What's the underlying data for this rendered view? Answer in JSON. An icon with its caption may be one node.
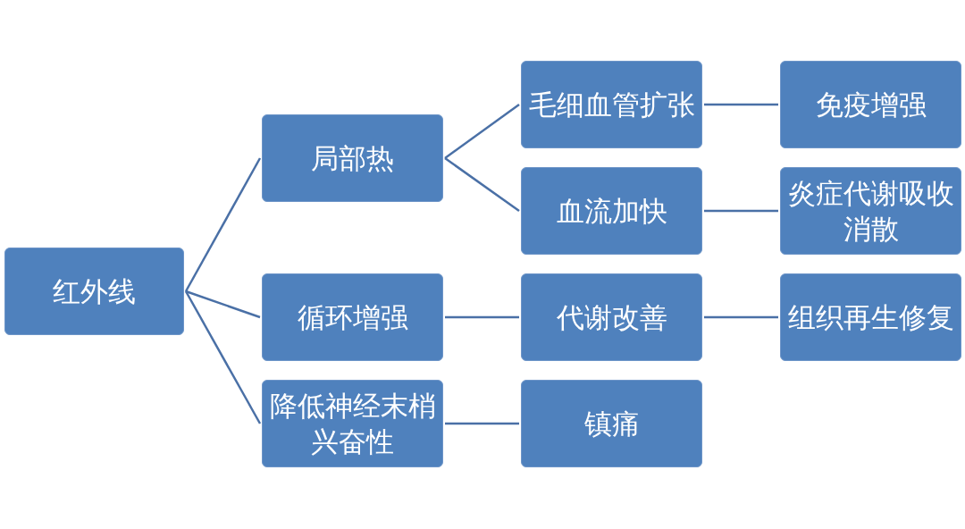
{
  "diagram": {
    "nodes": [
      {
        "text": [
          "红外线"
        ]
      },
      {
        "text": [
          "局部热"
        ]
      },
      {
        "text": [
          "循环增强"
        ]
      },
      {
        "text": [
          "降低神经末梢兴奋性"
        ]
      },
      {
        "text": [
          "毛细血管扩张"
        ]
      },
      {
        "text": [
          "血流加快"
        ]
      },
      {
        "text": [
          "代谢改善"
        ]
      },
      {
        "text": [
          "镇痛"
        ]
      },
      {
        "text": [
          "免疫增强"
        ]
      },
      {
        "text": [
          "炎症代谢吸收消散"
        ]
      },
      {
        "text": [
          "组织再生修复"
        ]
      }
    ],
    "edges": [
      {
        "from": 0,
        "to": 1,
        "arrow": "none"
      },
      {
        "from": 0,
        "to": 2,
        "arrow": "none"
      },
      {
        "from": 0,
        "to": 3,
        "arrow": "none"
      },
      {
        "from": 1,
        "to": 4,
        "arrow": "none"
      },
      {
        "from": 1,
        "to": 5,
        "arrow": "none"
      },
      {
        "from": 2,
        "to": 6,
        "arrow": "none"
      },
      {
        "from": 3,
        "to": 7,
        "arrow": "none"
      },
      {
        "from": 4,
        "to": 8,
        "arrow": "none"
      },
      {
        "from": 5,
        "to": 9,
        "arrow": "none"
      },
      {
        "from": 6,
        "to": 10,
        "arrow": "none"
      }
    ]
  }
}
